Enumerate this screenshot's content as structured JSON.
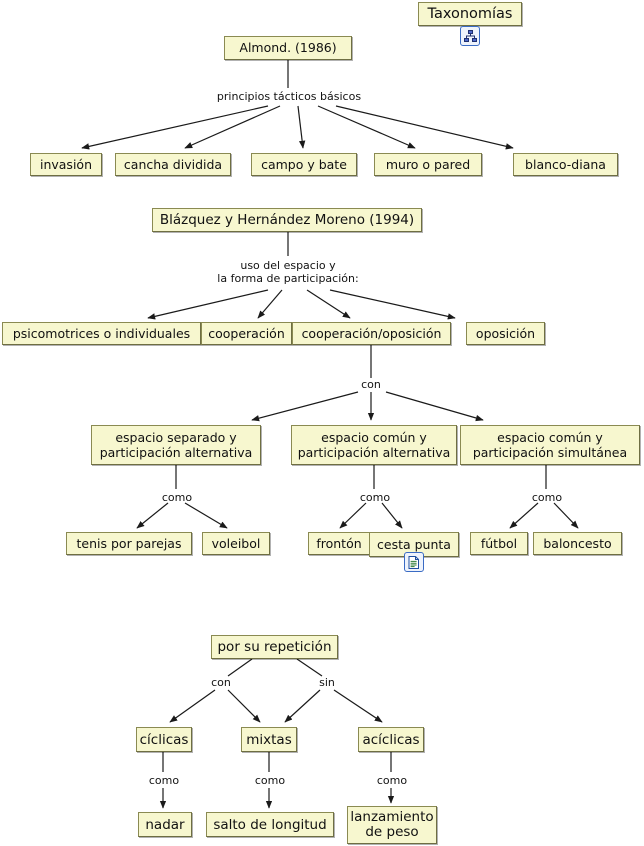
{
  "diagram": {
    "title": "Taxonomías",
    "background": "#ffffff",
    "node_fill": "#f7f7cf",
    "node_border": "#8a8a52",
    "edge_color": "#1a1a1a"
  },
  "nodes": {
    "root": "Taxonomías",
    "almond": "Almond. (1986)",
    "invasion": "invasión",
    "cancha": "cancha dividida",
    "campo": "campo y bate",
    "muro": "muro o pared",
    "blanco": "blanco-diana",
    "blazquez": "Blázquez y Hernández Moreno (1994)",
    "psicomotrices": "psicomotrices o individuales",
    "cooperacion": "cooperación",
    "coop_opos": "cooperación/oposición",
    "oposicion": "oposición",
    "esp_sep_alt": "espacio separado y participación alternativa",
    "esp_com_alt": "espacio común y participación alternativa",
    "esp_com_sim": "espacio común y participación simultánea",
    "tenis": "tenis por parejas",
    "voleibol": "voleibol",
    "fronton": "frontón",
    "cesta": "cesta punta",
    "futbol": "fútbol",
    "baloncesto": "baloncesto",
    "repeticion": "por su repetición",
    "ciclicas": "cíclicas",
    "mixtas": "mixtas",
    "aciclicas": "acíclicas",
    "nadar": "nadar",
    "salto": "salto de longitud",
    "lanzamiento": "lanzamiento de peso"
  },
  "link_labels": {
    "principios": "principios tácticos básicos",
    "uso_espacio_l1": "uso del espacio y",
    "uso_espacio_l2": "la forma de participación:",
    "con_espacio": "con",
    "como_1": "como",
    "como_2": "como",
    "como_3": "como",
    "con_rep": "con",
    "sin_rep": "sin",
    "como_4": "como",
    "como_5": "como",
    "como_6": "como"
  },
  "icons": {
    "root_badge": "concept-map-icon",
    "cesta_badge": "note-document-icon"
  }
}
